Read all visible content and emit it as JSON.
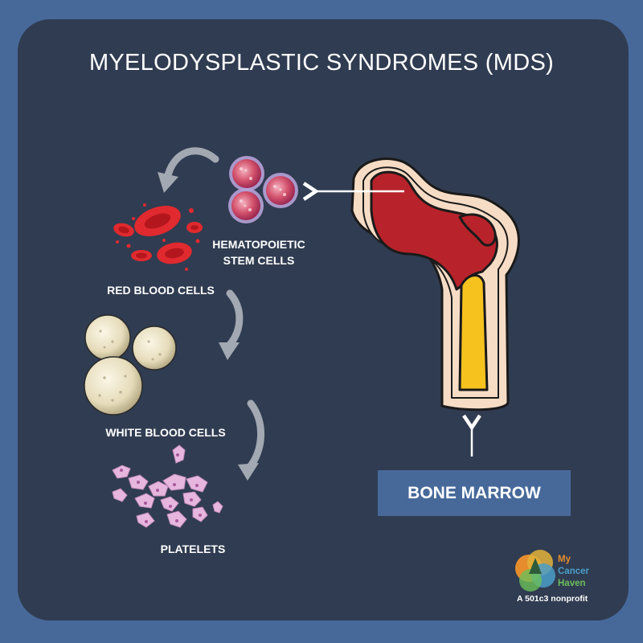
{
  "title": "MYELODYSPLASTIC SYNDROMES (MDS)",
  "labels": {
    "hsc_line1": "HEMATOPOIETIC",
    "hsc_line2": "STEM CELLS",
    "rbc": "RED BLOOD CELLS",
    "wbc": "WHITE BLOOD CELLS",
    "platelets": "PLATELETS"
  },
  "bone_marrow_label": "BONE MARROW",
  "logo": {
    "line1": "My",
    "line2": "Cancer",
    "line3": "Haven",
    "sub": "A 501c3 nonprofit"
  },
  "colors": {
    "background": "#47699a",
    "panel": "#303c51",
    "button": "#47699a",
    "arrow": "#a3a9b2",
    "bone_red": "#b8232b",
    "marrow_yellow": "#f6c21e"
  }
}
